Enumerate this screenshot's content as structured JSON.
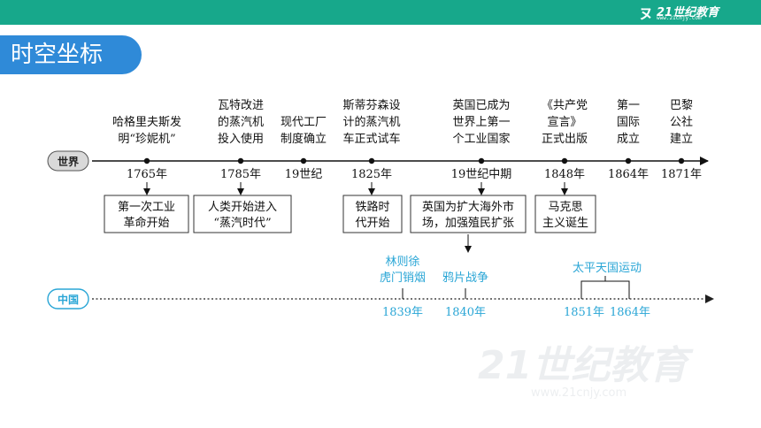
{
  "header": {
    "logo_text": "21世纪教育",
    "logo_url": "www.21cnjy.com"
  },
  "section_title": "时空坐标",
  "world": {
    "label": "世界",
    "events": [
      {
        "above": [
          "哈格里夫斯发",
          "明“珍妮机”"
        ],
        "date": "1765年",
        "below": [
          "第一次工业",
          "革命开始"
        ]
      },
      {
        "above": [
          "瓦特改进",
          "的蒸汽机",
          "投入使用"
        ],
        "date": "1785年",
        "below": [
          "人类开始进入",
          "“蒸汽时代”"
        ]
      },
      {
        "above": [
          "现代工厂",
          "制度确立"
        ],
        "date": "19世纪",
        "below": []
      },
      {
        "above": [
          "斯蒂芬森设",
          "计的蒸汽机",
          "车正式试车"
        ],
        "date": "1825年",
        "below": [
          "铁路时",
          "代开始"
        ]
      },
      {
        "above": [
          "英国已成为",
          "世界上第一",
          "个工业国家"
        ],
        "date": "19世纪中期",
        "below": [
          "英国为扩大海外市",
          "场，加强殖民扩张"
        ]
      },
      {
        "above": [
          "《共产党",
          "宣言》",
          "正式出版"
        ],
        "date": "1848年",
        "below": [
          "马克思",
          "主义诞生"
        ]
      },
      {
        "above": [
          "第一",
          "国际",
          "成立"
        ],
        "date": "1864年",
        "below": []
      },
      {
        "above": [
          "巴黎",
          "公社",
          "建立"
        ],
        "date": "1871年",
        "below": []
      }
    ]
  },
  "china": {
    "label": "中国",
    "events": [
      {
        "above": [
          "林则徐",
          "虎门销烟"
        ],
        "date": "1839年"
      },
      {
        "above": [
          "鸦片战争"
        ],
        "date": "1840年"
      },
      {
        "date": "1851年"
      },
      {
        "date": "1864年"
      }
    ],
    "span_label": "太平天国运动"
  },
  "colors": {
    "topbar": "#17a88b",
    "title_bg": "#2f8ad8",
    "china": "#2aa6d6",
    "world_label_bg": "#d9d9d9"
  }
}
